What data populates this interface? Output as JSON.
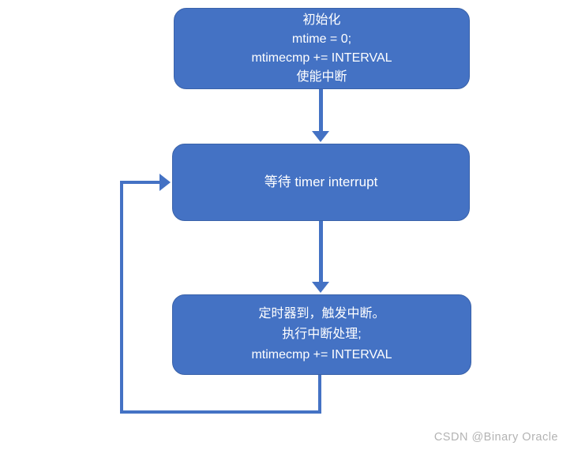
{
  "diagram": {
    "type": "flowchart",
    "nodes": [
      {
        "id": "init",
        "lines": [
          "初始化",
          "mtime = 0;",
          "mtimecmp += INTERVAL",
          "使能中断"
        ]
      },
      {
        "id": "wait",
        "lines": [
          "等待 timer interrupt"
        ]
      },
      {
        "id": "timer",
        "lines": [
          "定时器到，触发中断。",
          "执行中断处理;",
          "mtimecmp += INTERVAL"
        ]
      }
    ],
    "edges": [
      {
        "from": "init",
        "to": "wait",
        "style": "straight-down-arrow"
      },
      {
        "from": "wait",
        "to": "timer",
        "style": "straight-down-arrow"
      },
      {
        "from": "timer",
        "to": "wait",
        "style": "loop-back-left-arrow"
      }
    ],
    "colors": {
      "node_fill": "#4472C4",
      "node_border": "#3A62A9",
      "node_text": "#FFFFFF",
      "connector": "#4472C4",
      "watermark": "#B3B3B3"
    }
  },
  "watermark": {
    "text": "CSDN @Binary Oracle"
  }
}
